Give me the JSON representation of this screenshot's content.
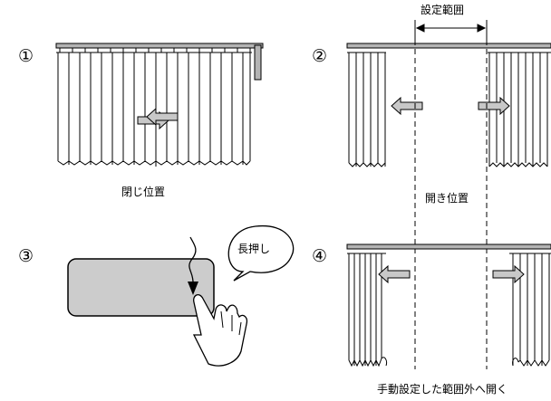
{
  "step_markers": [
    "①",
    "②",
    "③",
    "④"
  ],
  "labels": {
    "setting_range": "設定範囲",
    "closed_position": "閉じ位置",
    "open_position": "開き位置",
    "long_press": "長押し",
    "manual_open_outside": "手動設定した範囲外へ開く"
  },
  "colors": {
    "rail": "#b4b4b4",
    "arrow_fill": "#c8c8c8",
    "button_fill": "#cccccc",
    "line": "#000000"
  },
  "icons": [
    "double-arrow-icon",
    "arrow-left-icon",
    "arrow-right-icon",
    "speech-bubble-icon",
    "hand-pointer-icon",
    "curtain-rail-icon"
  ]
}
